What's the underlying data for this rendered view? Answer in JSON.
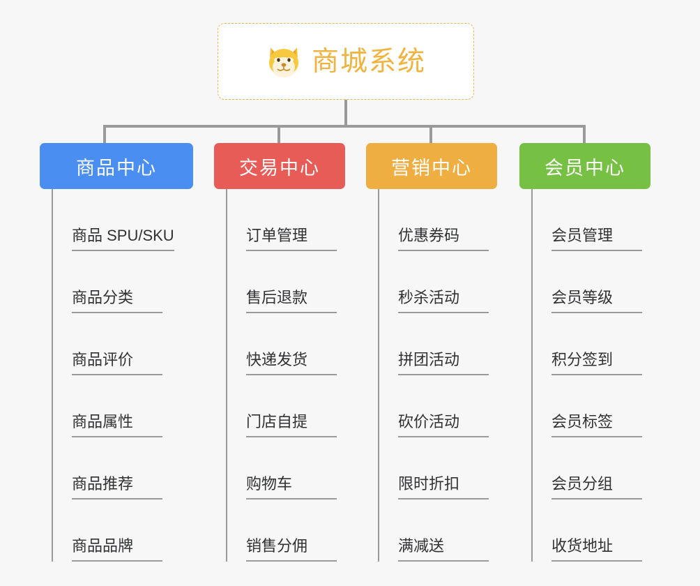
{
  "background_color": "#f7f7f7",
  "root": {
    "title": "商城系统",
    "icon": "shiba-dog-face-icon",
    "text_color": "#f0b33f",
    "border_color": "#edb24a",
    "fill_color": "#ffffff"
  },
  "connector_color": "#9a9a9a",
  "columns": [
    {
      "header": "商品中心",
      "color": "#4a8ef2",
      "items": [
        "商品 SPU/SKU",
        "商品分类",
        "商品评价",
        "商品属性",
        "商品推荐",
        "商品品牌"
      ]
    },
    {
      "header": "交易中心",
      "color": "#e85c58",
      "items": [
        "订单管理",
        "售后退款",
        "快递发货",
        "门店自提",
        "购物车",
        "销售分佣"
      ]
    },
    {
      "header": "营销中心",
      "color": "#efae41",
      "items": [
        "优惠券码",
        "秒杀活动",
        "拼团活动",
        "砍价活动",
        "限时折扣",
        "满减送"
      ]
    },
    {
      "header": "会员中心",
      "color": "#76c043",
      "items": [
        "会员管理",
        "会员等级",
        "积分签到",
        "会员标签",
        "会员分组",
        "收货地址"
      ]
    }
  ]
}
